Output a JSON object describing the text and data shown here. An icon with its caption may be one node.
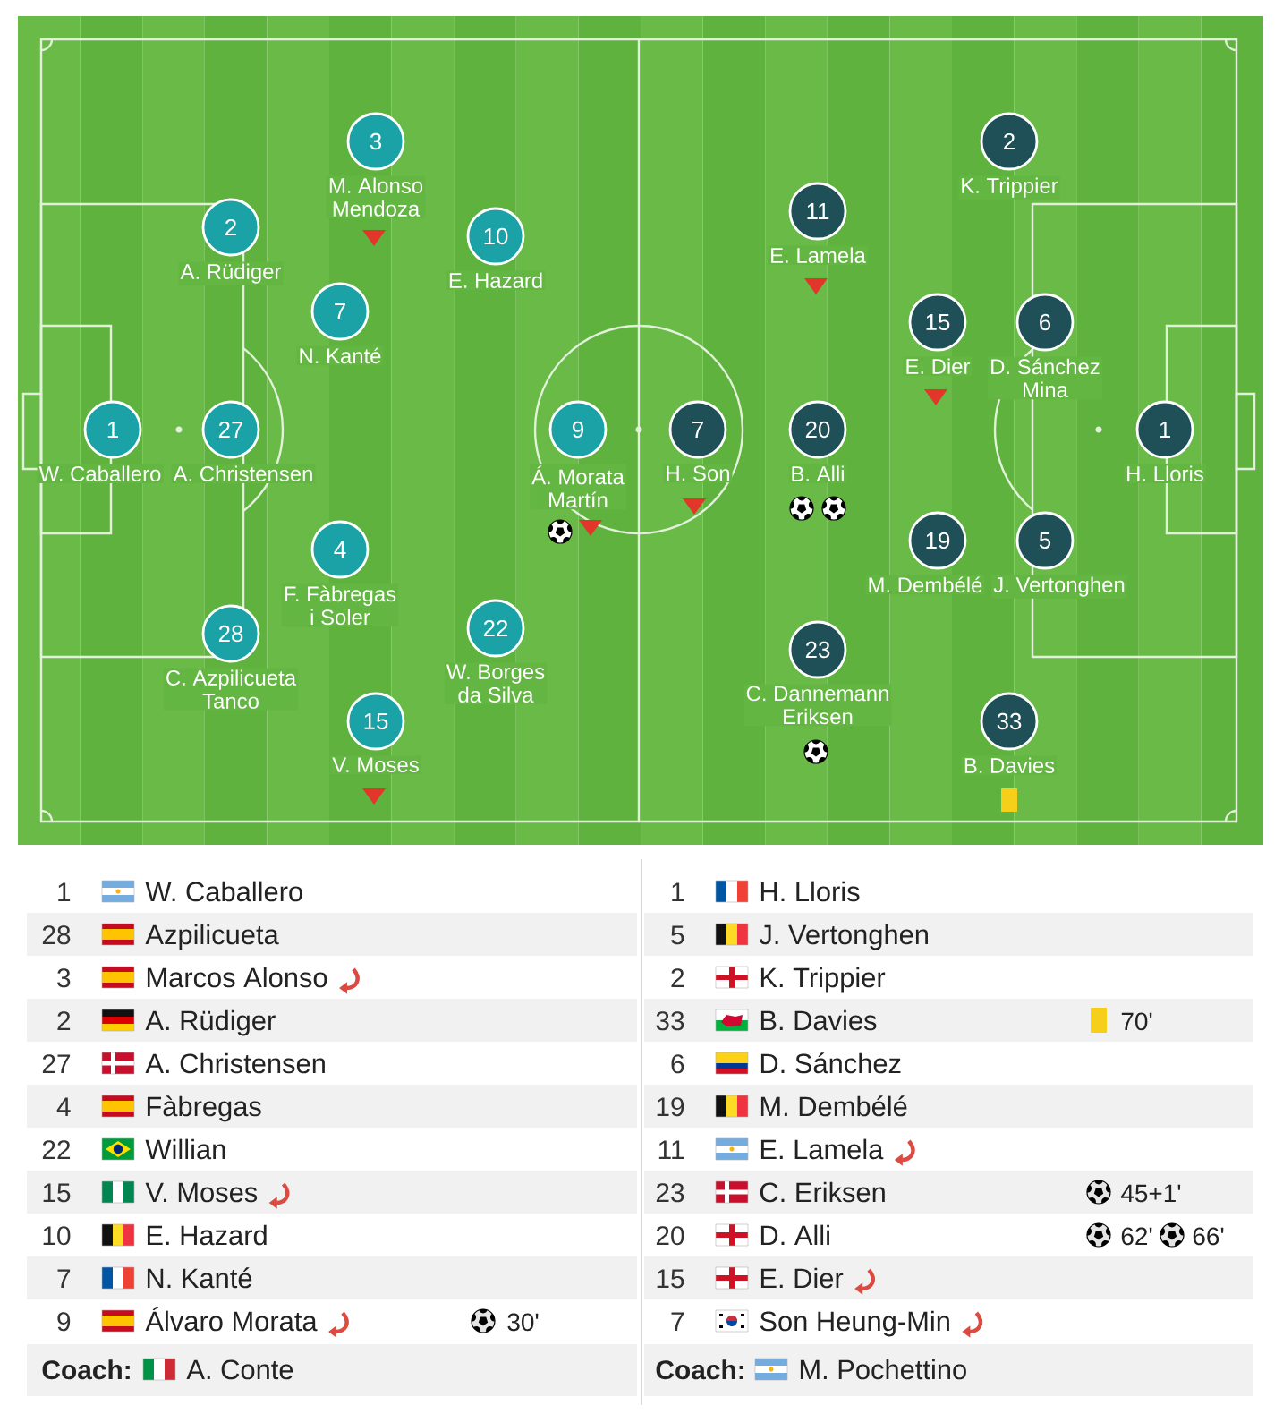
{
  "diagram": {
    "nodes": [
      {
        "text": [
          "1"
        ],
        "beside": [
          "W. Caballero"
        ]
      },
      {
        "text": [
          "28"
        ],
        "beside": [
          "C. Azpilicueta Tanco"
        ]
      },
      {
        "text": [
          "3"
        ],
        "beside": [
          "M. Alonso Mendoza"
        ]
      },
      {
        "text": [
          "2"
        ],
        "beside": [
          "A. Rüdiger"
        ]
      },
      {
        "text": [
          "27"
        ],
        "beside": [
          "A. Christensen"
        ]
      },
      {
        "text": [
          "4"
        ],
        "beside": [
          "F. Fàbregas i Soler"
        ]
      },
      {
        "text": [
          "22"
        ],
        "beside": [
          "W. Borges da Silva"
        ]
      },
      {
        "text": [
          "15"
        ],
        "beside": [
          "V. Moses"
        ]
      },
      {
        "text": [
          "10"
        ],
        "beside": [
          "E. Hazard"
        ]
      },
      {
        "text": [
          "7"
        ],
        "beside": [
          "N. Kanté"
        ]
      },
      {
        "text": [
          "9"
        ],
        "beside": [
          "Á. Morata Martín"
        ]
      },
      {
        "text": [
          "1"
        ],
        "beside": [
          "H. Lloris"
        ]
      },
      {
        "text": [
          "5"
        ],
        "beside": [
          "J. Vertonghen"
        ]
      },
      {
        "text": [
          "2"
        ],
        "beside": [
          "K. Trippier"
        ]
      },
      {
        "text": [
          "33"
        ],
        "beside": [
          "B. Davies"
        ]
      },
      {
        "text": [
          "6"
        ],
        "beside": [
          "D. Sánchez Mina"
        ]
      },
      {
        "text": [
          "19"
        ],
        "beside": [
          "M. Dembélé"
        ]
      },
      {
        "text": [
          "11"
        ],
        "beside": [
          "E. Lamela"
        ]
      },
      {
        "text": [
          "23"
        ],
        "beside": [
          "C. Dannemann Eriksen"
        ]
      },
      {
        "text": [
          "20"
        ],
        "beside": [
          "B. Alli"
        ]
      },
      {
        "text": [
          "15"
        ],
        "beside": [
          "E. Dier"
        ]
      },
      {
        "text": [
          "7"
        ],
        "beside": [
          "H. Son"
        ]
      }
    ],
    "labels": [
      "1",
      "W. Caballero",
      "28",
      "Azpilicueta",
      "3",
      "Marcos Alonso",
      "2",
      "A. Rüdiger",
      "27",
      "A. Christensen",
      "4",
      "Fàbregas",
      "22",
      "Willian",
      "15",
      "V. Moses",
      "10",
      "E. Hazard",
      "7",
      "N. Kanté",
      "9",
      "Álvaro Morata",
      "30'",
      "Coach:",
      "A. Conte",
      "1",
      "H. Lloris",
      "5",
      "J. Vertonghen",
      "2",
      "K. Trippier",
      "33",
      "B. Davies",
      "70'",
      "6",
      "D. Sánchez",
      "19",
      "M. Dembélé",
      "11",
      "E. Lamela",
      "23",
      "C. Eriksen",
      "45+1'",
      "20",
      "D. Alli",
      "62'",
      "66'",
      "15",
      "E. Dier",
      "7",
      "Son Heung-Min",
      "Coach:",
      "M. Pochettino"
    ]
  }
}
